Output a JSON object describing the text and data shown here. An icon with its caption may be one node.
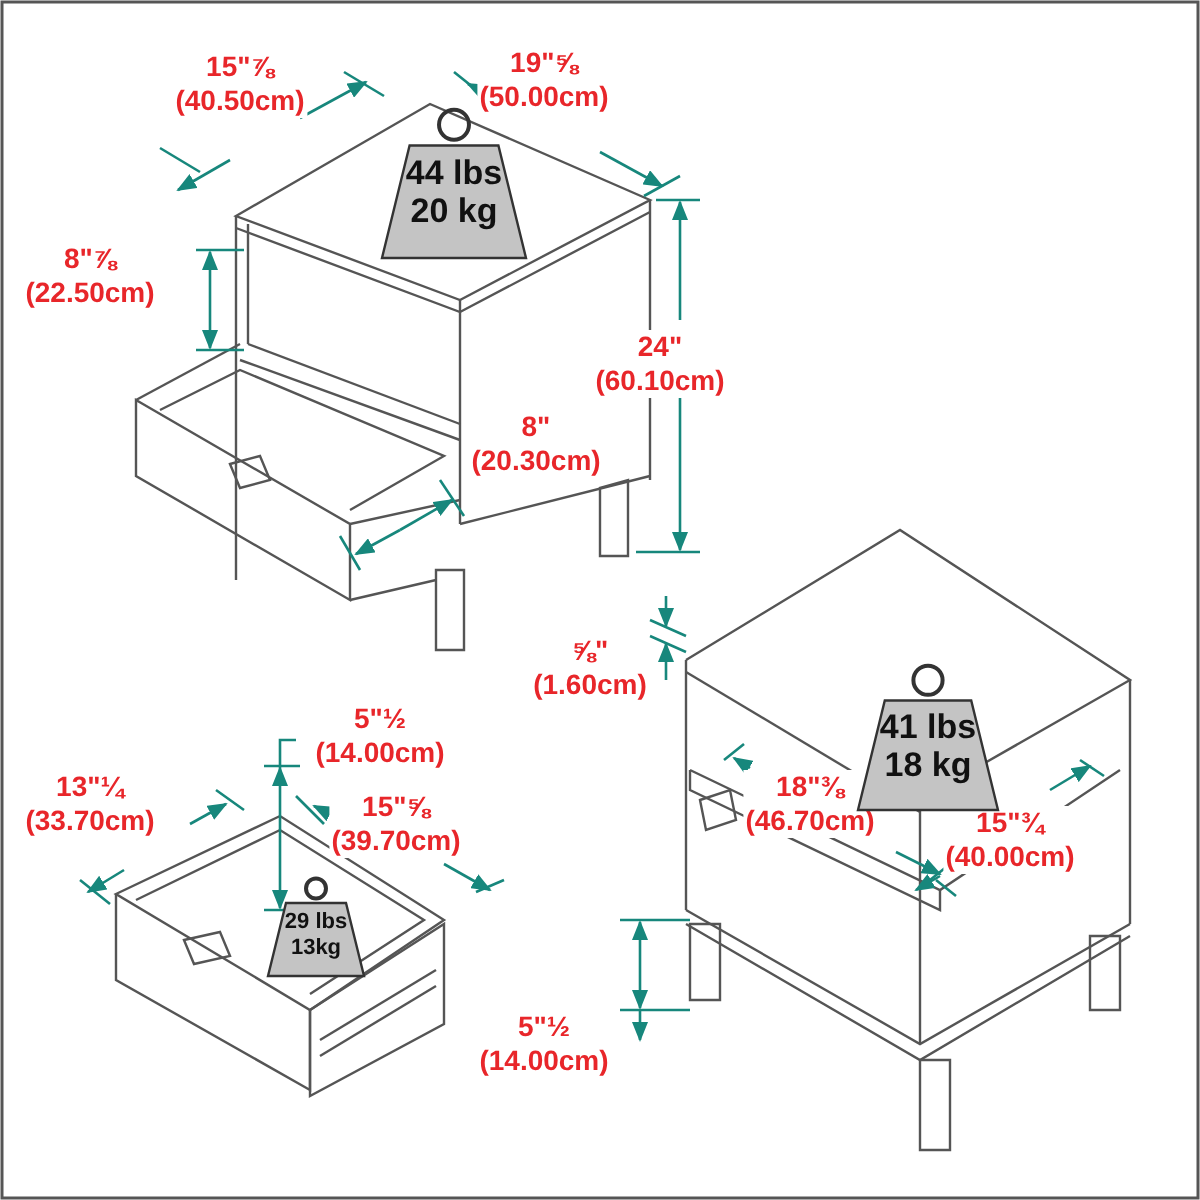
{
  "diagram": {
    "nodes": [
      {
        "text": [
          "44 lbs 20 kg"
        ]
      },
      {
        "text": [
          "41 lbs 18 kg"
        ]
      },
      {
        "text": [
          "29 lbs 13kg"
        ]
      }
    ],
    "labels": [
      "15\"⅞ (40.50cm)",
      "19\"⅝ (50.00cm)",
      "8\"⅞ (22.50cm)",
      "24\" (60.10cm)",
      "8\" (20.30cm)",
      "⅝\" (1.60cm)",
      "5\"½ (14.00cm)",
      "13\"¼ (33.70cm)",
      "15\"⅝ (39.70cm)",
      "18\"⅜ (46.70cm)",
      "15\"¾ (40.00cm)",
      "5\"½ (14.00cm)"
    ]
  }
}
